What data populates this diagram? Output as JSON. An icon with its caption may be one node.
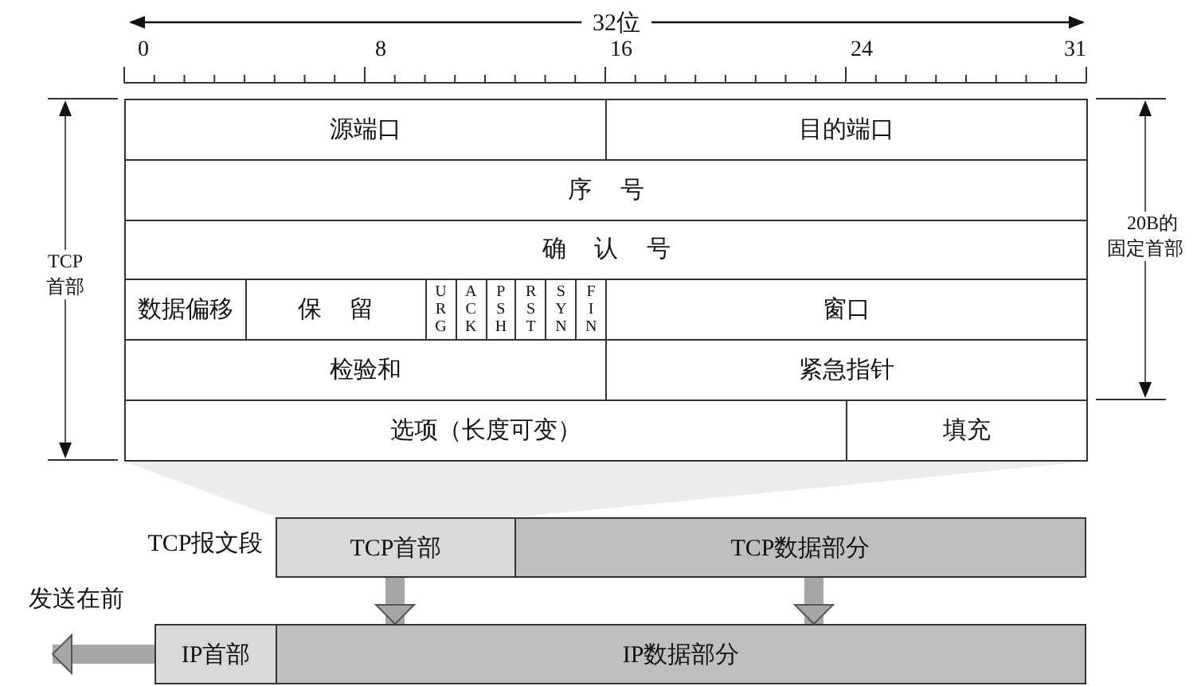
{
  "diagram": {
    "nodes": [
      {
        "text": [
          "源端口"
        ]
      },
      {
        "text": [
          "目的端口"
        ]
      },
      {
        "text": [
          "序 号"
        ]
      },
      {
        "text": [
          "确 认 号"
        ]
      },
      {
        "text": [
          "数据偏移"
        ]
      },
      {
        "text": [
          "保 留"
        ]
      },
      {
        "text": [
          "URG"
        ]
      },
      {
        "text": [
          "ACK"
        ]
      },
      {
        "text": [
          "PSH"
        ]
      },
      {
        "text": [
          "RST"
        ]
      },
      {
        "text": [
          "SYN"
        ]
      },
      {
        "text": [
          "FIN"
        ]
      },
      {
        "text": [
          "窗口"
        ]
      },
      {
        "text": [
          "检验和"
        ]
      },
      {
        "text": [
          "紧急指针"
        ]
      },
      {
        "text": [
          "选项（长度可变）"
        ]
      },
      {
        "text": [
          "填充"
        ]
      },
      {
        "text": [
          "TCP首部"
        ]
      },
      {
        "text": [
          "TCP数据部分"
        ]
      },
      {
        "text": [
          "IP首部"
        ]
      },
      {
        "text": [
          "IP数据部分"
        ]
      },
      {
        "text": [],
        "shape": "trapezoid"
      }
    ],
    "edges": [
      {
        "from": 17,
        "to": 20,
        "arrow": "to"
      },
      {
        "from": 18,
        "to": 20,
        "arrow": "to"
      },
      {
        "from": 19,
        "to": null,
        "arrow": "to",
        "label": "发送在前"
      }
    ],
    "labels": [
      "32位",
      "0",
      "8",
      "16",
      "24",
      "31",
      "TCP 首部",
      "20B的固定首部",
      "TCP报文段"
    ]
  }
}
